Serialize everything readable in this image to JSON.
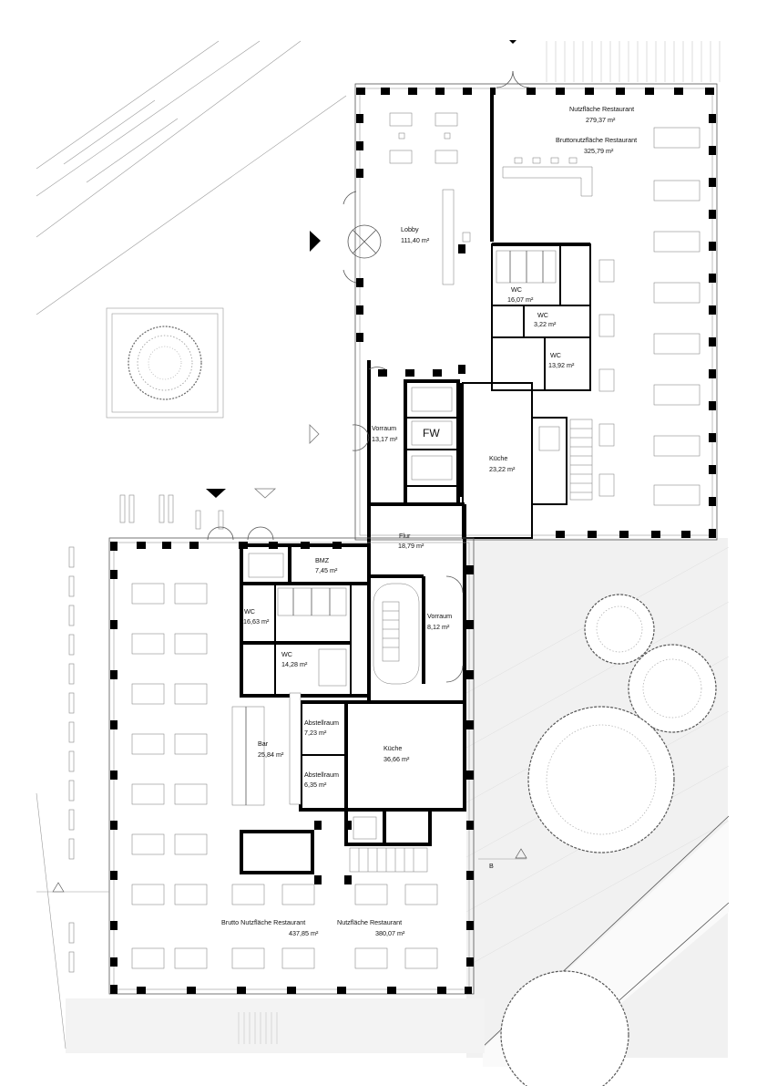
{
  "plan": {
    "rooms": {
      "lobby": {
        "name": "Lobby",
        "area": "111,40 m²"
      },
      "restaurant_top": {
        "net_label": "Nutzfläche Restaurant",
        "net_area": "279,37 m²",
        "gross_label": "Bruttonutzfläche Restaurant",
        "gross_area": "325,79 m²"
      },
      "wc_top_1": {
        "name": "WC",
        "area": "16,07 m²"
      },
      "wc_top_2": {
        "name": "WC",
        "area": "3,22 m²"
      },
      "wc_top_3": {
        "name": "WC",
        "area": "13,92 m²"
      },
      "vorraum_top": {
        "name": "Vorraum",
        "area": "13,17 m²"
      },
      "fw": {
        "name": "FW"
      },
      "kueche_top": {
        "name": "Küche",
        "area": "23,22 m²"
      },
      "flur": {
        "name": "Flur",
        "area": "18,79 m²"
      },
      "bmz": {
        "name": "BMZ",
        "area": "7,45 m²"
      },
      "wc_bottom_1": {
        "name": "WC",
        "area": "16,63 m²"
      },
      "wc_bottom_2": {
        "name": "WC",
        "area": "14,28 m²"
      },
      "vorraum_bottom": {
        "name": "Vorraum",
        "area": "8,12 m²"
      },
      "abstell_1": {
        "name": "Abstellraum",
        "area": "7,23 m²"
      },
      "abstell_2": {
        "name": "Abstellraum",
        "area": "6,35 m²"
      },
      "bar": {
        "name": "Bar",
        "area": "25,84 m²"
      },
      "kueche_bottom": {
        "name": "Küche",
        "area": "36,66 m²"
      },
      "restaurant_bottom": {
        "gross_label": "Brutto Nutzfläche Restaurant",
        "gross_area": "437,85 m²",
        "net_label": "Nutzfläche Restaurant",
        "net_area": "380,07 m²"
      }
    },
    "section_marker": "B"
  }
}
